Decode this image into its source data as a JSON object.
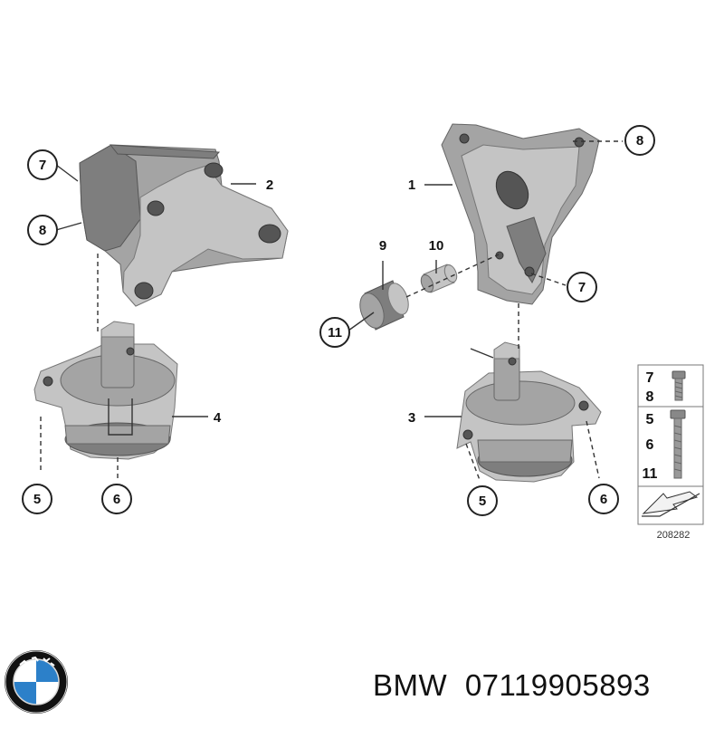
{
  "callouts": {
    "left_7": "7",
    "left_8": "8",
    "left_2": "2",
    "left_4": "4",
    "left_5": "5",
    "left_6": "6",
    "right_1": "1",
    "right_8": "8",
    "right_9": "9",
    "right_10": "10",
    "right_7": "7",
    "right_11": "11",
    "right_3": "3",
    "right_5": "5",
    "right_6": "6"
  },
  "legend": {
    "row1": [
      "7",
      "8"
    ],
    "row2": [
      "5",
      "6",
      "11"
    ]
  },
  "diagram_number": "208282",
  "caption": {
    "brand": "BMW",
    "part_number": "07119905893"
  },
  "logo": {
    "brand": "BMW",
    "colors": {
      "ring": "#111111",
      "blue": "#2c80c9",
      "white": "#ffffff"
    }
  }
}
